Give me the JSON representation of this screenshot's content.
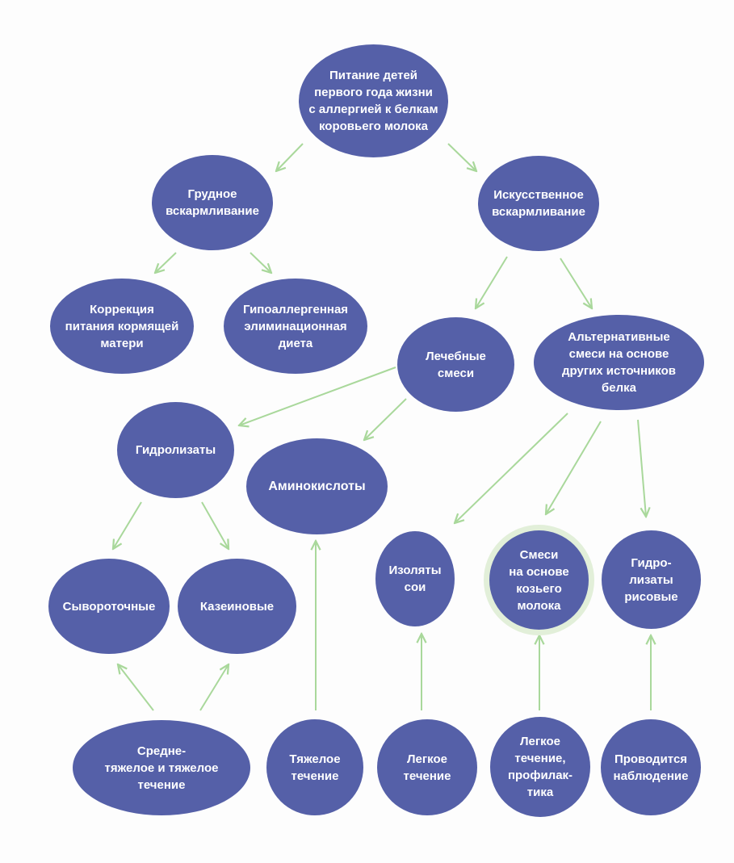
{
  "colors": {
    "node_fill": "#5560a8",
    "arrow": "#a9d89b",
    "ring": "#e2efd9",
    "text": "#ffffff"
  },
  "nodes": {
    "root": "Питание детей\nпервого года жизни\nс аллергией к белкам\nкоровьего молока",
    "breast": "Грудное\nвскармливание",
    "artificial": "Искусственное\nвскармливание",
    "correction": "Коррекция\nпитания кормящей\nматери",
    "hypoallergenic": "Гипоаллергенная\nэлиминационная\nдиета",
    "therapeutic": "Лечебные\nсмеси",
    "alternative": "Альтернативные\nсмеси на основе\nдругих источников\nбелка",
    "hydrolysates": "Гидролизаты",
    "amino": "Аминокислоты",
    "whey": "Сывороточные",
    "casein": "Казеиновые",
    "soy": "Изоляты\nсои",
    "goat": "Смеси\nна основе\nкозьего\nмолока",
    "rice": "Гидро-\nлизаты\nрисовые",
    "moderate_severe": "Средне-\nтяжелое и тяжелое\nтечение",
    "severe": "Тяжелое\nтечение",
    "mild": "Легкое\nтечение",
    "mild_prophylaxis": "Легкое\nтечение,\nпрофилак-\nтика",
    "observation": "Проводится\nнаблюдение"
  }
}
